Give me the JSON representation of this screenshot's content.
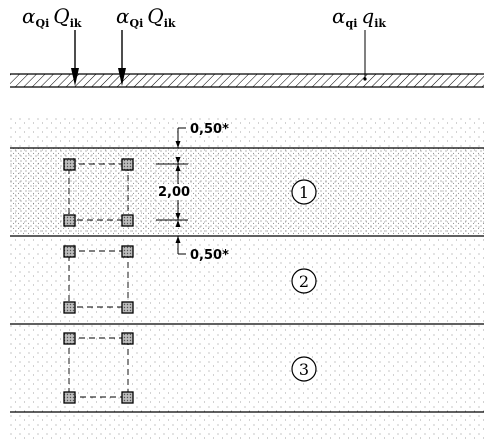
{
  "loads": {
    "load_1": {
      "alpha": "α",
      "alpha_sub": "Qi",
      "symbol": "Q",
      "symbol_sub": "ik"
    },
    "load_2": {
      "alpha": "α",
      "alpha_sub": "Qi",
      "symbol": "Q",
      "symbol_sub": "ik"
    },
    "load_3": {
      "alpha": "α",
      "alpha_sub": "qi",
      "symbol": "q",
      "symbol_sub": "ik"
    }
  },
  "dimensions": {
    "top_clearance": "0,50*",
    "axle_spacing": "2,00",
    "bottom_clearance": "0,50*"
  },
  "lanes": [
    {
      "number": "1"
    },
    {
      "number": "2"
    },
    {
      "number": "3"
    }
  ]
}
